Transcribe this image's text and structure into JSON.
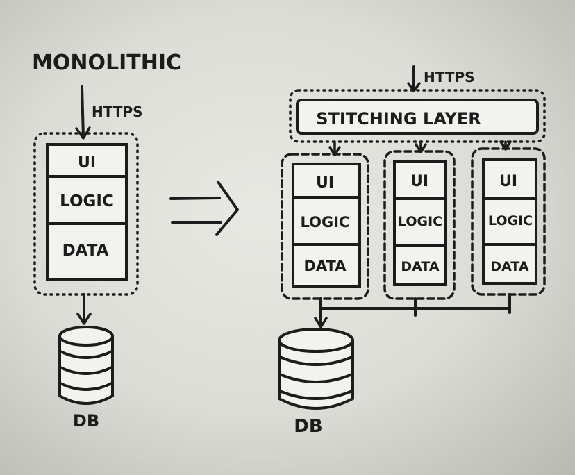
{
  "left": {
    "title": "MONOLITHIC",
    "https": "HTTPS",
    "layers": [
      "UI",
      "LOGIC",
      "DATA"
    ],
    "db": "DB"
  },
  "right": {
    "https": "HTTPS",
    "stitching": "STITCHING LAYER",
    "services": [
      {
        "layers": [
          "UI",
          "LOGIC",
          "DATA"
        ]
      },
      {
        "layers": [
          "UI",
          "LOGIC",
          "DATA"
        ]
      },
      {
        "layers": [
          "UI",
          "LOGIC",
          "DATA"
        ]
      }
    ],
    "db": "DB"
  }
}
